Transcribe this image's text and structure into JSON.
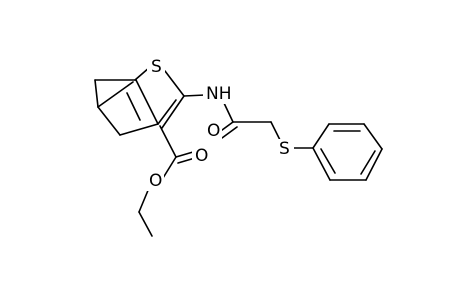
{
  "atoms": {
    "s1": {
      "label": "S"
    },
    "n1": {
      "label": "NH"
    },
    "o1": {
      "label": "O"
    },
    "s2": {
      "label": "S"
    },
    "o2": {
      "label": "O"
    },
    "o3": {
      "label": "O"
    }
  },
  "colors": {
    "bond": "#000000",
    "background": "#ffffff",
    "text": "#000000"
  }
}
